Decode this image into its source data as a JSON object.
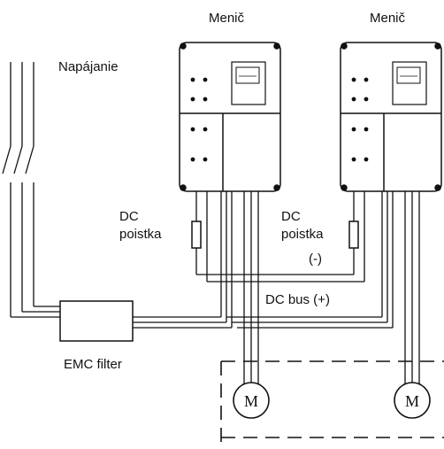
{
  "labels": {
    "converter_left": "Menič",
    "converter_right": "Menič",
    "supply": "Napájanie",
    "dc_fuse_left_line1": "DC",
    "dc_fuse_left_line2": "poistka",
    "dc_fuse_right_line1": "DC",
    "dc_fuse_right_line2": "poistka",
    "dc_minus": "(-)",
    "dc_bus_plus": "DC bus (+)",
    "emc_filter": "EMC filter",
    "motor_symbol": "M"
  }
}
